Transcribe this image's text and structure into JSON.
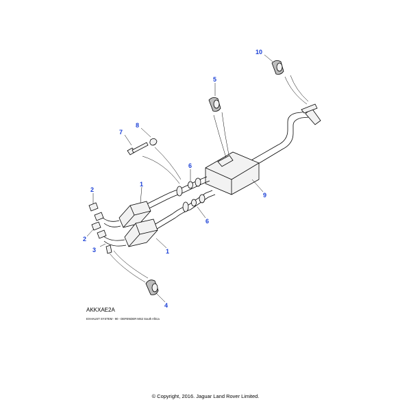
{
  "diagram": {
    "code": "AKKXAE2A",
    "caption": "EXHAUST SYSTEM - 90 - DEFENDER MS2 South Africa",
    "copyright": "© Copyright, 2016. Jaguar Land Rover Limited.",
    "callouts": {
      "c1a": "1",
      "c1b": "1",
      "c2a": "2",
      "c2b": "2",
      "c3": "3",
      "c4": "4",
      "c5": "5",
      "c6a": "6",
      "c6b": "6",
      "c7": "7",
      "c8": "8",
      "c9": "9",
      "c10": "10"
    },
    "callout_color": "#1a3fd6"
  }
}
